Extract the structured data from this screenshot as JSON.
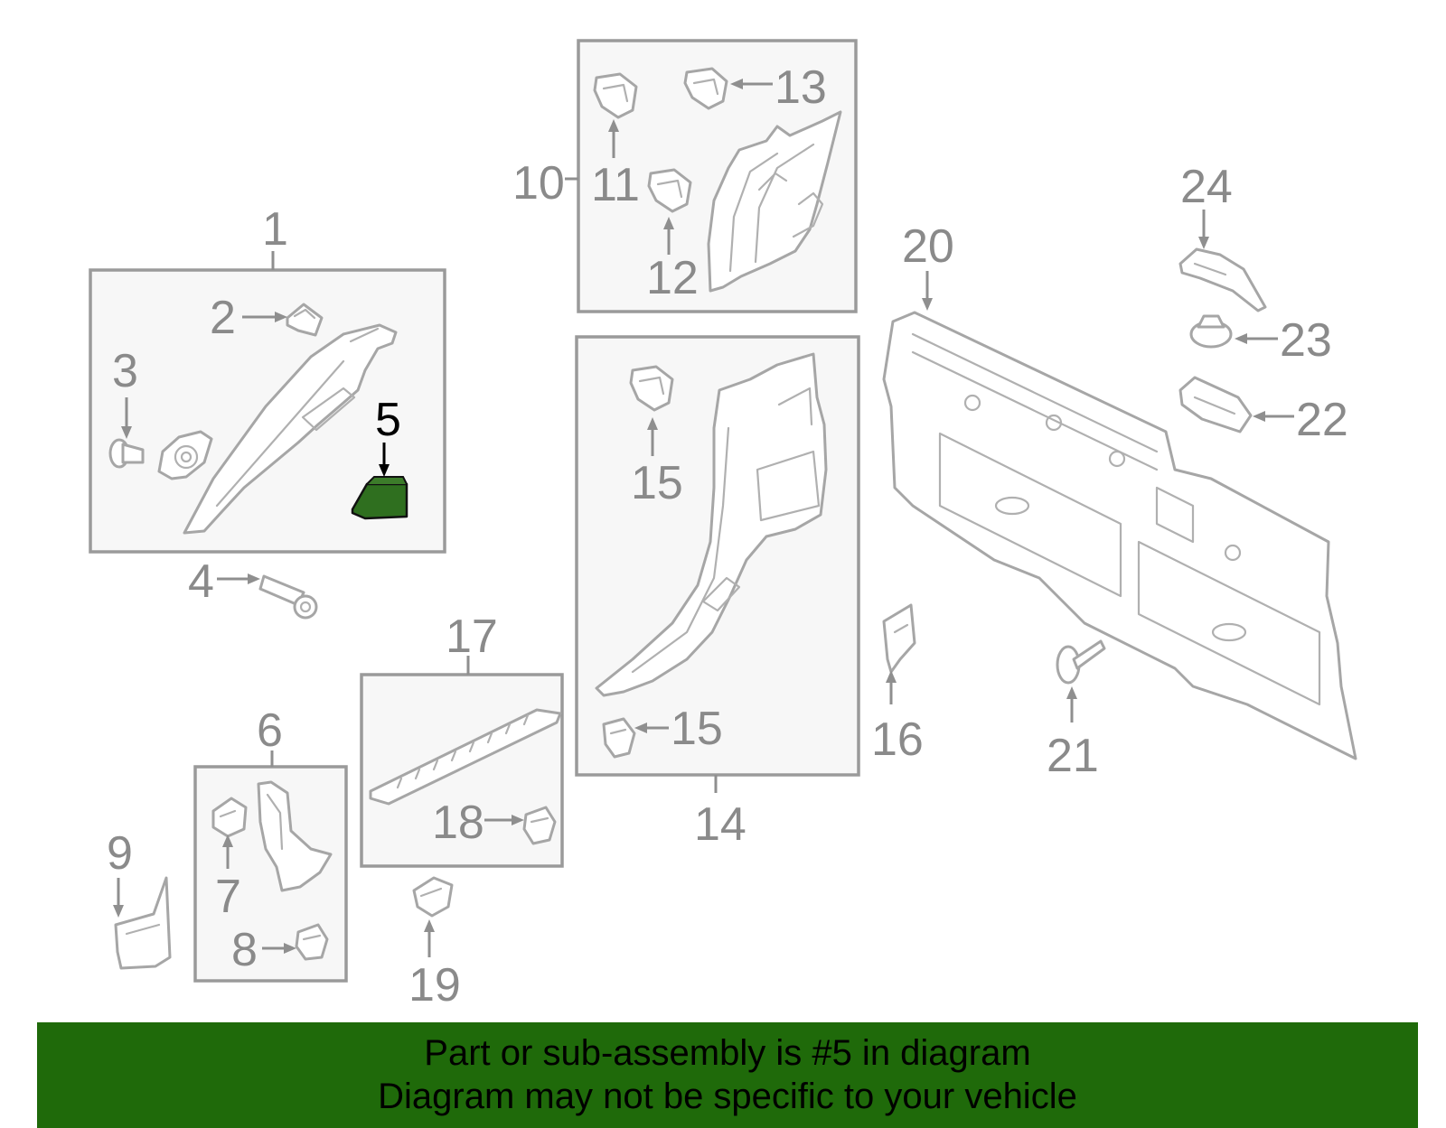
{
  "callouts": {
    "c1": "1",
    "c2": "2",
    "c3": "3",
    "c4": "4",
    "c5": "5",
    "c6": "6",
    "c7": "7",
    "c8": "8",
    "c9": "9",
    "c10": "10",
    "c11": "11",
    "c12": "12",
    "c13": "13",
    "c14": "14",
    "c15a": "15",
    "c15b": "15",
    "c16": "16",
    "c17": "17",
    "c18": "18",
    "c19": "19",
    "c20": "20",
    "c21": "21",
    "c22": "22",
    "c23": "23",
    "c24": "24"
  },
  "highlight": {
    "part": "5",
    "color": "#2f6f1f"
  },
  "banner": {
    "line1": "Part or sub-assembly is #5 in diagram",
    "line2": "Diagram may not be specific to your vehicle",
    "color": "#1f6a0a"
  }
}
